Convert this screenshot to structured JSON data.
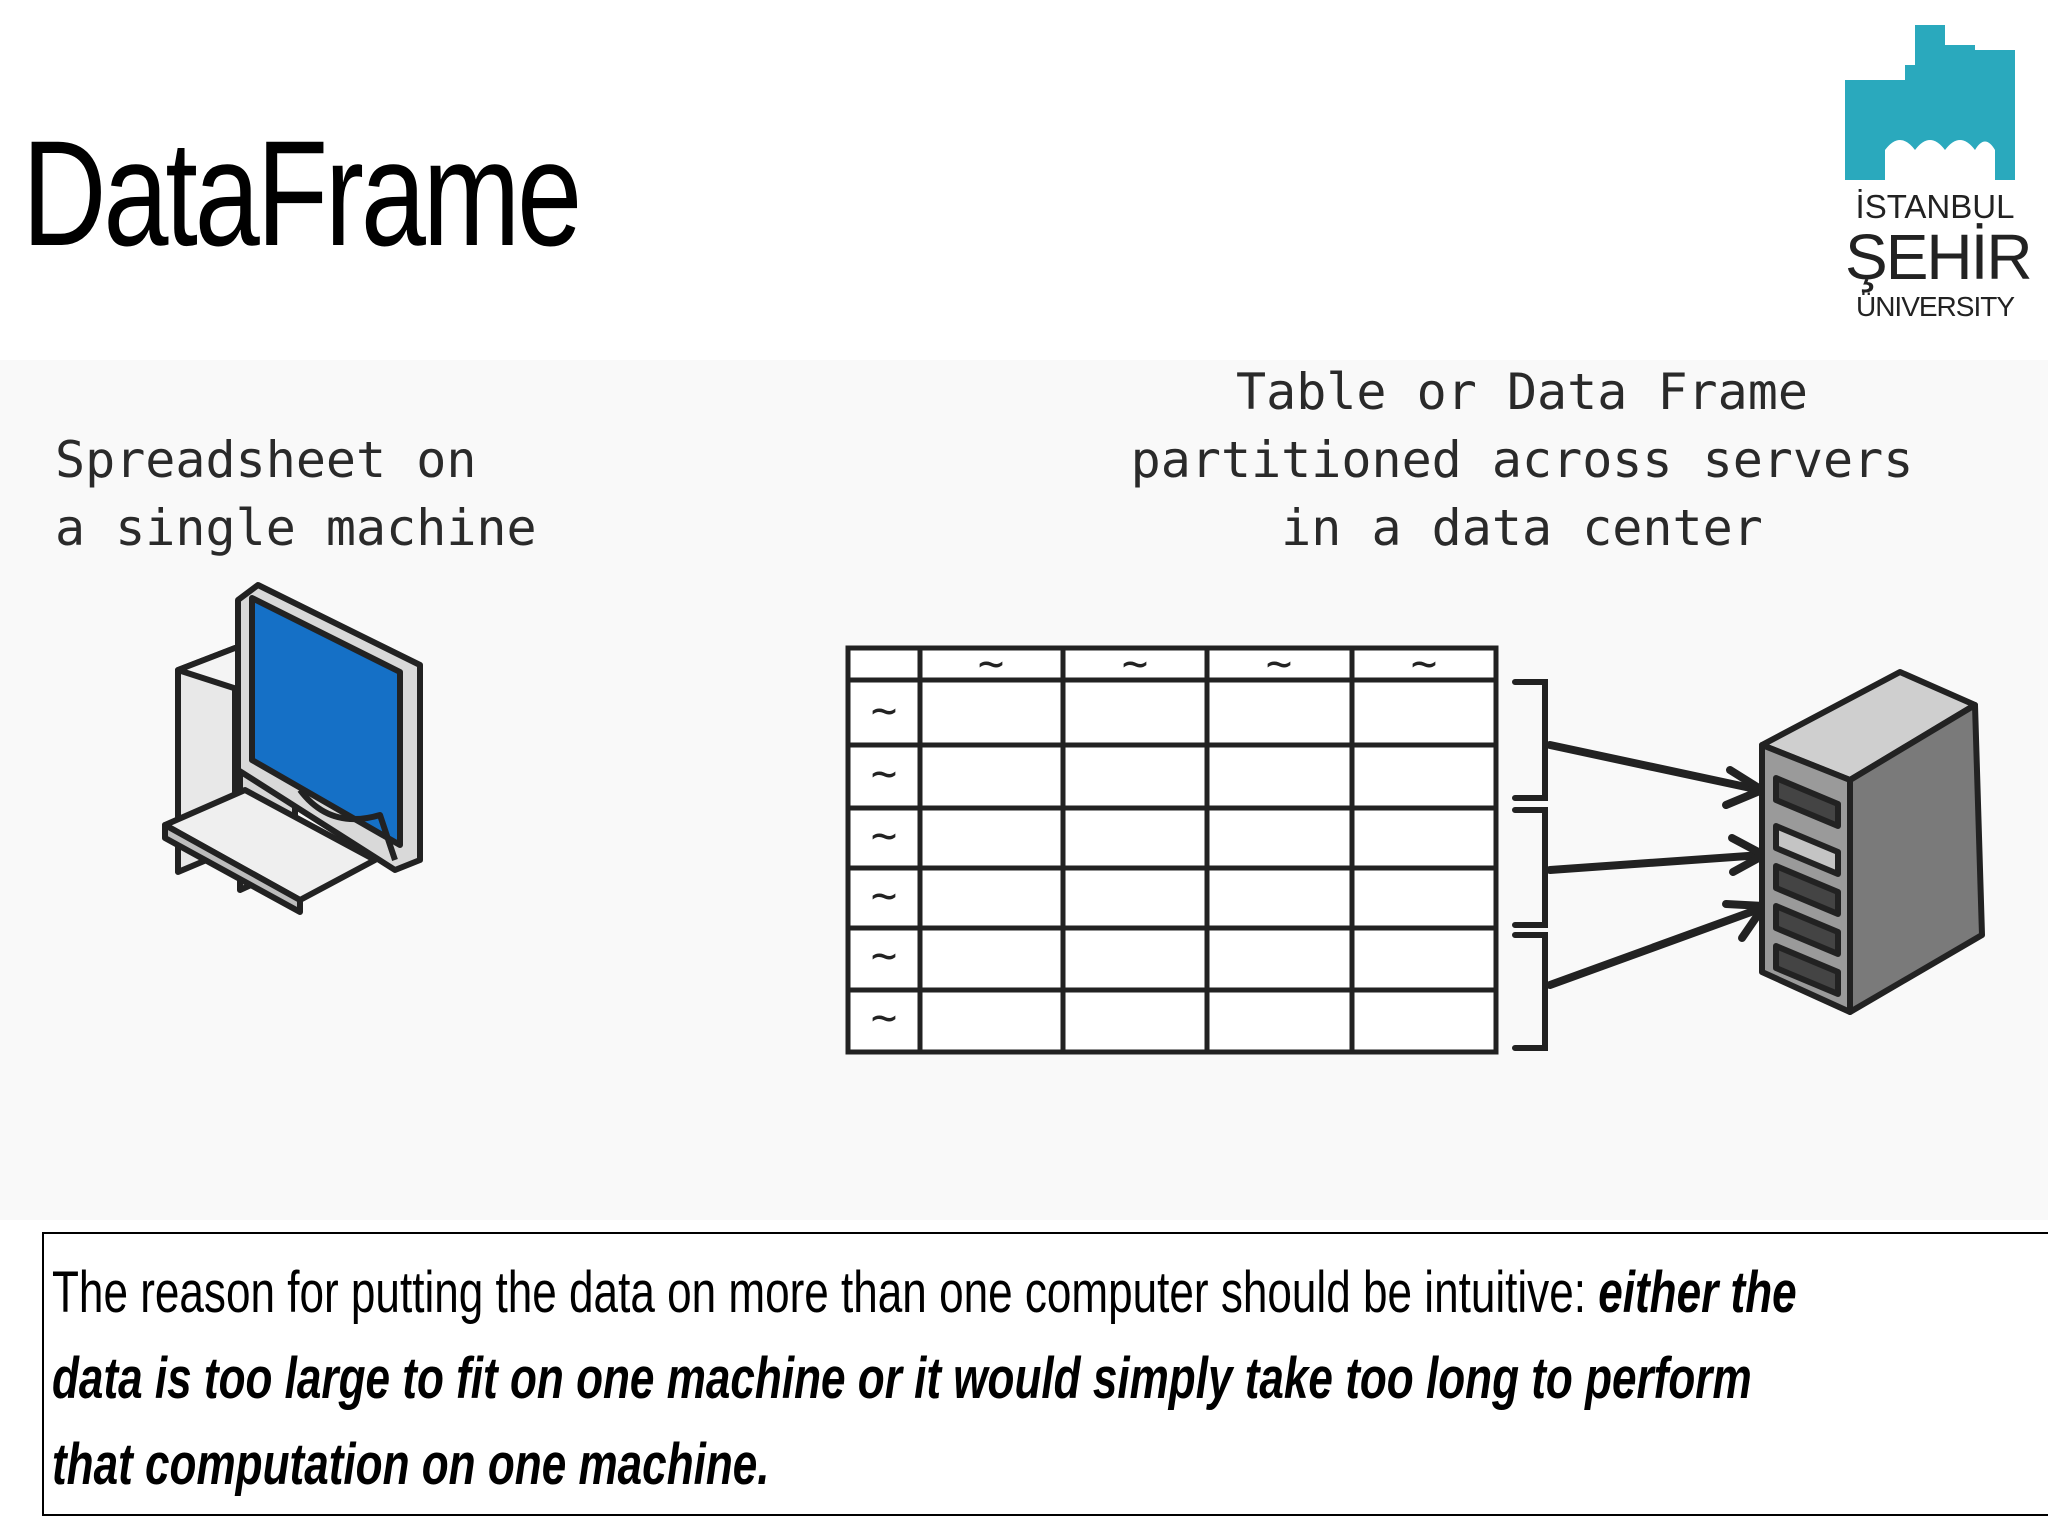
{
  "slide": {
    "title": "DataFrame"
  },
  "logo": {
    "line1": "İSTANBUL",
    "line2": "ŞEHİR",
    "line3": "ÜNIVERSITY"
  },
  "diagram": {
    "left_label": [
      "Spreadsheet on",
      "a single machine"
    ],
    "right_label": [
      "Table or Data Frame",
      "partitioned across servers",
      "in a data center"
    ],
    "table": {
      "header_marks": [
        "~",
        "~",
        "~",
        "~"
      ],
      "row_marks": [
        "~",
        "~",
        "~",
        "~",
        "~",
        "~"
      ]
    }
  },
  "callout": {
    "line1_plain": "The reason for putting the data on more than one computer should be intuitive: ",
    "line1_bold": "either the",
    "line2_bold": "data is too large to fit on one machine or it would simply take too long to perform",
    "line3_bold": "that computation on one machine."
  },
  "colors": {
    "logo_teal": "#2aa9bd",
    "monitor_blue": "#1570c6",
    "server_gray": "#8a8a8a"
  }
}
